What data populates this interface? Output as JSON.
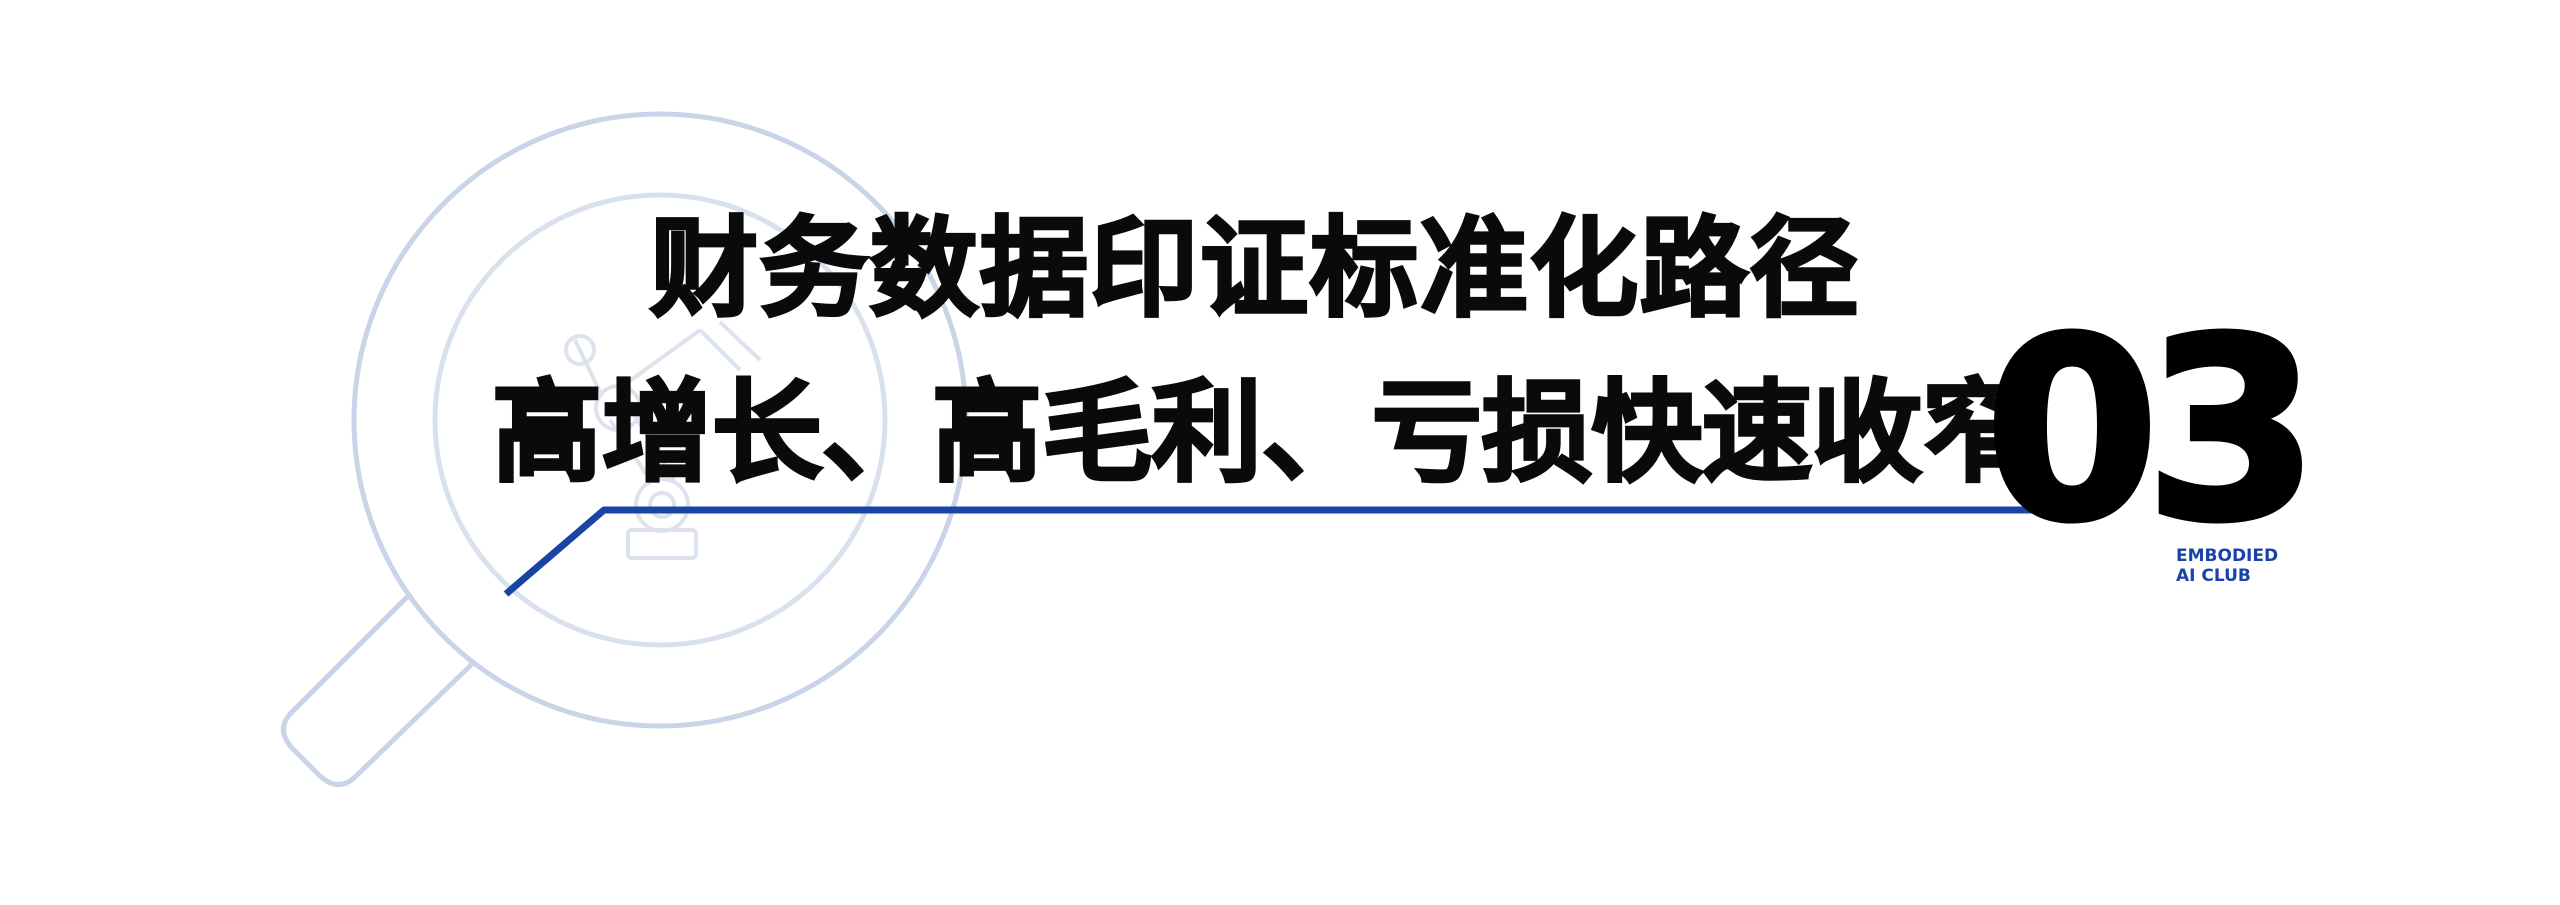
{
  "heading": {
    "title": "财务数据印证标准化路径",
    "subtitle": "高增长、高毛利、亏损快速收窄"
  },
  "section_number": "03",
  "brand": {
    "line1": "EMBODIED",
    "line2": "AI CLUB"
  },
  "colors": {
    "accent_blue": "#1a43a8",
    "decor_light": "#c9d4e8",
    "text": "#0a0a0a"
  },
  "icons": {
    "magnifier": "magnifier-icon",
    "robot_arm": "robot-arm-icon"
  }
}
